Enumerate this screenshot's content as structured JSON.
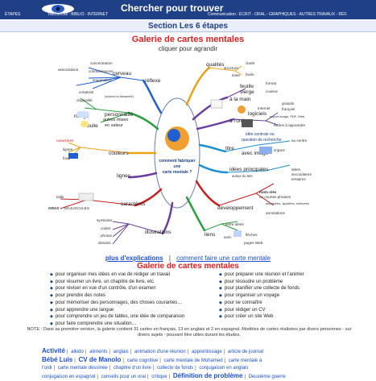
{
  "header": {
    "site_title": "Chercher pour trouver",
    "nav_steps": "ÉTAPES",
    "nav_search": "Recherche : BIBLIO - INTERNET",
    "nav_comm": "Communication : ÉCRIT - ORAL - GRAPHIQUES - AUTRES TRAVAUX - RÉF."
  },
  "section_title": "Section Les 6 étapes",
  "gallery": {
    "title": "Galerie de cartes mentales",
    "subtitle": "cliquer pour agrandir"
  },
  "map": {
    "center": "comment fabriquer une carte mentale ?",
    "branches": [
      "qualités",
      "à la main",
      "feuille vierge",
      "logiciels",
      "à l'ordi",
      "titre",
      "avec image",
      "idées principales",
      "idées secondaires",
      "développement",
      "liens",
      "illustrations",
      "caractères",
      "lignes",
      "couleurs",
      "réflexe",
      "personnalité",
      "nuage",
      "bulle",
      "autres mises en valeur",
      "cerveau"
    ],
    "leaves": [
      "concentration",
      "connaissances",
      "imagination",
      "associations",
      "créativité",
      "originalité",
      "(surtout si dessinée)",
      "caractères",
      "lignes",
      "fond",
      "taille",
      "GRAS",
      "MAJUSCULES",
      "symboles",
      "codes",
      "photos",
      "dessins",
      "structure",
      "clarté",
      "texte",
      "facile",
      "format",
      "couleur",
      "gratuits",
      "Internet",
      "français",
      "export image, PDF, Web",
      "faciles à apprendre",
      "idée centrale ou question de recherche",
      "au centre",
      "impact",
      "mots-clés",
      "ou courtes phrases",
      "autour du titre",
      "déplacées, ajoutées, enlevées",
      "annotations",
      "entre idées",
      "avec",
      "flèches",
      "pages Web"
    ]
  },
  "links": {
    "explications": "plus d'explications",
    "separator": "|",
    "howto": "comment faire une carte mentale"
  },
  "gallery2_title": "Galerie de cartes mentales",
  "uses_left": [
    "pour organiser mes idées en vue de rédiger un travail",
    "pour résumer un livre, un chapitre de livre, etc.",
    "pour réviser en vue d'un contrôle, d'un examen",
    "pour prendre des notes",
    "pour mémoriser des personnages, des choses courantes…",
    "pour apprendre une langue",
    "pour comprendre un jeu de tables, une idée de comparaison",
    "pour faire comprendre une situation…"
  ],
  "uses_right": [
    "pour préparer une réunion et l'animer",
    "pour résoudre un problème",
    "pour planifier une collecte de fonds",
    "pour organiser un voyage",
    "pour se connaître",
    "pour rédiger un CV",
    "pour créer un site Web"
  ],
  "note": "NOTE : Dans sa première version, la galerie contient 31 cartes en français, 13 en anglais et 2 en espagnol. Modèles de cartes réalisées par divers personnes - sur divers sujets - pouvant être utiles durant les études.",
  "footer": {
    "line1": [
      "Activité",
      "alkido",
      "aliments",
      "anglais",
      "animation d'une réunion",
      "apprentissage",
      "article de journal"
    ],
    "line2": [
      "Bébé Luis",
      "CV de Manolo",
      "carte cognitive",
      "carte mentale de Mohamed",
      "carte mentale à"
    ],
    "line3": [
      "l'ordi",
      "carte mentale dessinée",
      "chapitre d'un livre",
      "collecte de fonds",
      "conjugaison en anglais"
    ],
    "line4": [
      "conjugaison en espagnol",
      "conseils pour un oral",
      "critique",
      "Définition de problème",
      "Deuxième guerre"
    ]
  }
}
